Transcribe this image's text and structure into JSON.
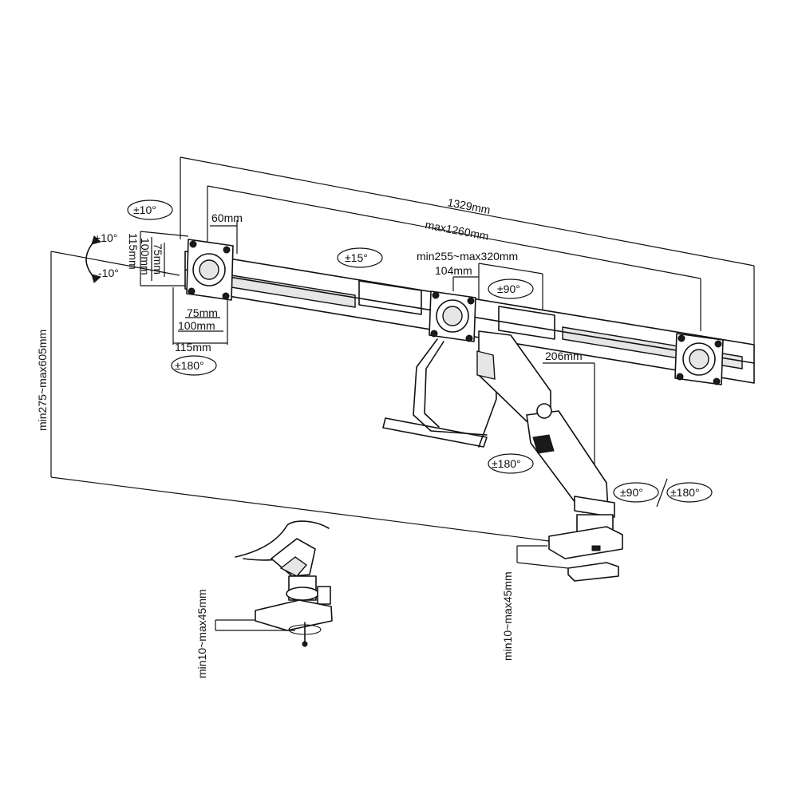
{
  "dimensions": {
    "overall_width": "1329mm",
    "max_bar_width": "max1260mm",
    "offset_60": "60mm",
    "center_span": "min255~max320mm",
    "center_offset": "104mm",
    "arm_reach": "206mm",
    "height_range": "min275~max605mm",
    "clamp_desk_range": "min10~max45mm",
    "grommet_desk_range": "min10~max45mm",
    "vesa_75_h": "75mm",
    "vesa_100_h": "100mm",
    "vesa_115_h": "115mm",
    "vesa_75_w": "75mm",
    "vesa_100_w": "100mm",
    "vesa_115_w": "115mm"
  },
  "rotations": {
    "rot_10": "±10°",
    "tilt_up": "+10°",
    "tilt_down": "-10°",
    "rot_180_left": "±180°",
    "rot_15": "±15°",
    "rot_90_center": "±90°",
    "rot_180_arm": "±180°",
    "rot_90_base": "±90°",
    "rot_180_base": "±180°"
  }
}
